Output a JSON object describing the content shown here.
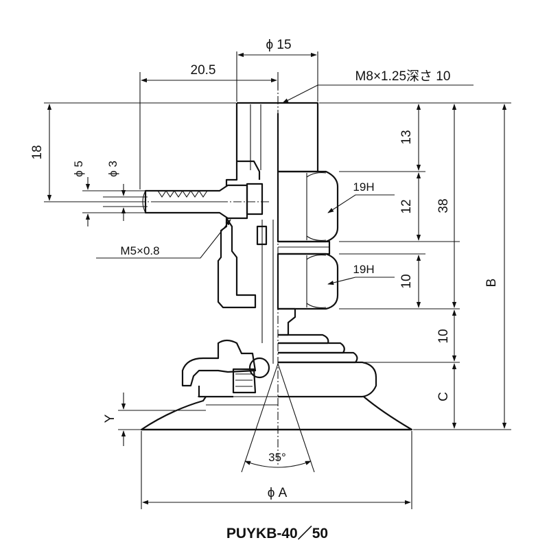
{
  "drawing": {
    "model_label": "PUYKB-40／50",
    "dimensions": {
      "phi15": "ϕ 15",
      "d20_5": "20.5",
      "thread_m8": "M8×1.25深さ 10",
      "d18": "18",
      "phi5": "ϕ 5",
      "phi3": "ϕ 3",
      "d13": "13",
      "hex19h_upper": "19H",
      "d12": "12",
      "d38": "38",
      "thread_m5": "M5×0.8",
      "hex19h_lower": "19H",
      "d10_upper": "10",
      "b": "B",
      "d10_lower": "10",
      "c": "C",
      "y": "Y",
      "angle35": "35°",
      "phiA": "ϕ A"
    }
  }
}
